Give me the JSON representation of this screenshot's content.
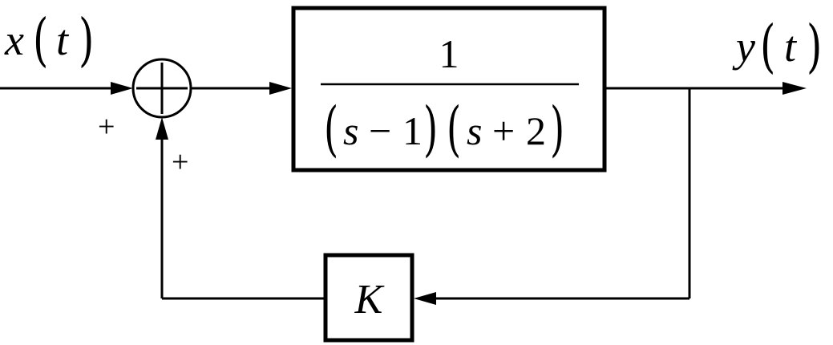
{
  "signals": {
    "input": {
      "name": "x",
      "arg": "t",
      "open": "(",
      "close": ")"
    },
    "output": {
      "name": "y",
      "arg": "t",
      "open": "(",
      "close": ")"
    }
  },
  "summing_junction": {
    "input_sign": "+",
    "feedback_sign": "+"
  },
  "plant": {
    "numerator": "1",
    "denominator": {
      "open1": "(",
      "var1": "s",
      "op1": "−",
      "const1": "1",
      "close1": ")",
      "open2": "(",
      "var2": "s",
      "op2": "+",
      "const2": "2",
      "close2": ")"
    }
  },
  "feedback": {
    "gain": "K"
  },
  "colors": {
    "stroke": "#000000",
    "background": "#ffffff"
  }
}
